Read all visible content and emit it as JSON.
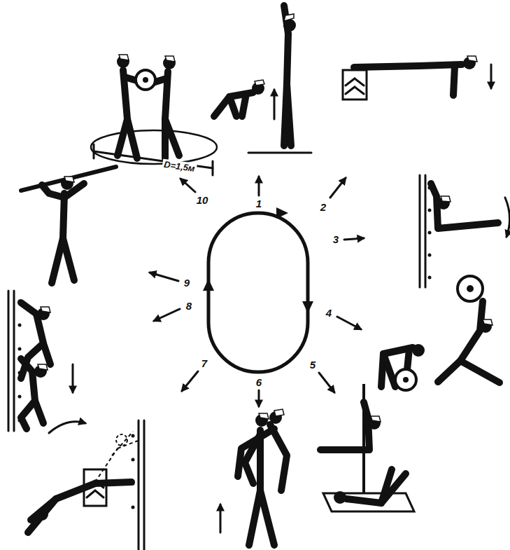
{
  "diagram": {
    "labels": [
      "1",
      "2",
      "3",
      "4",
      "5",
      "6",
      "7",
      "8",
      "9",
      "10",
      "D=1,5м"
    ]
  }
}
